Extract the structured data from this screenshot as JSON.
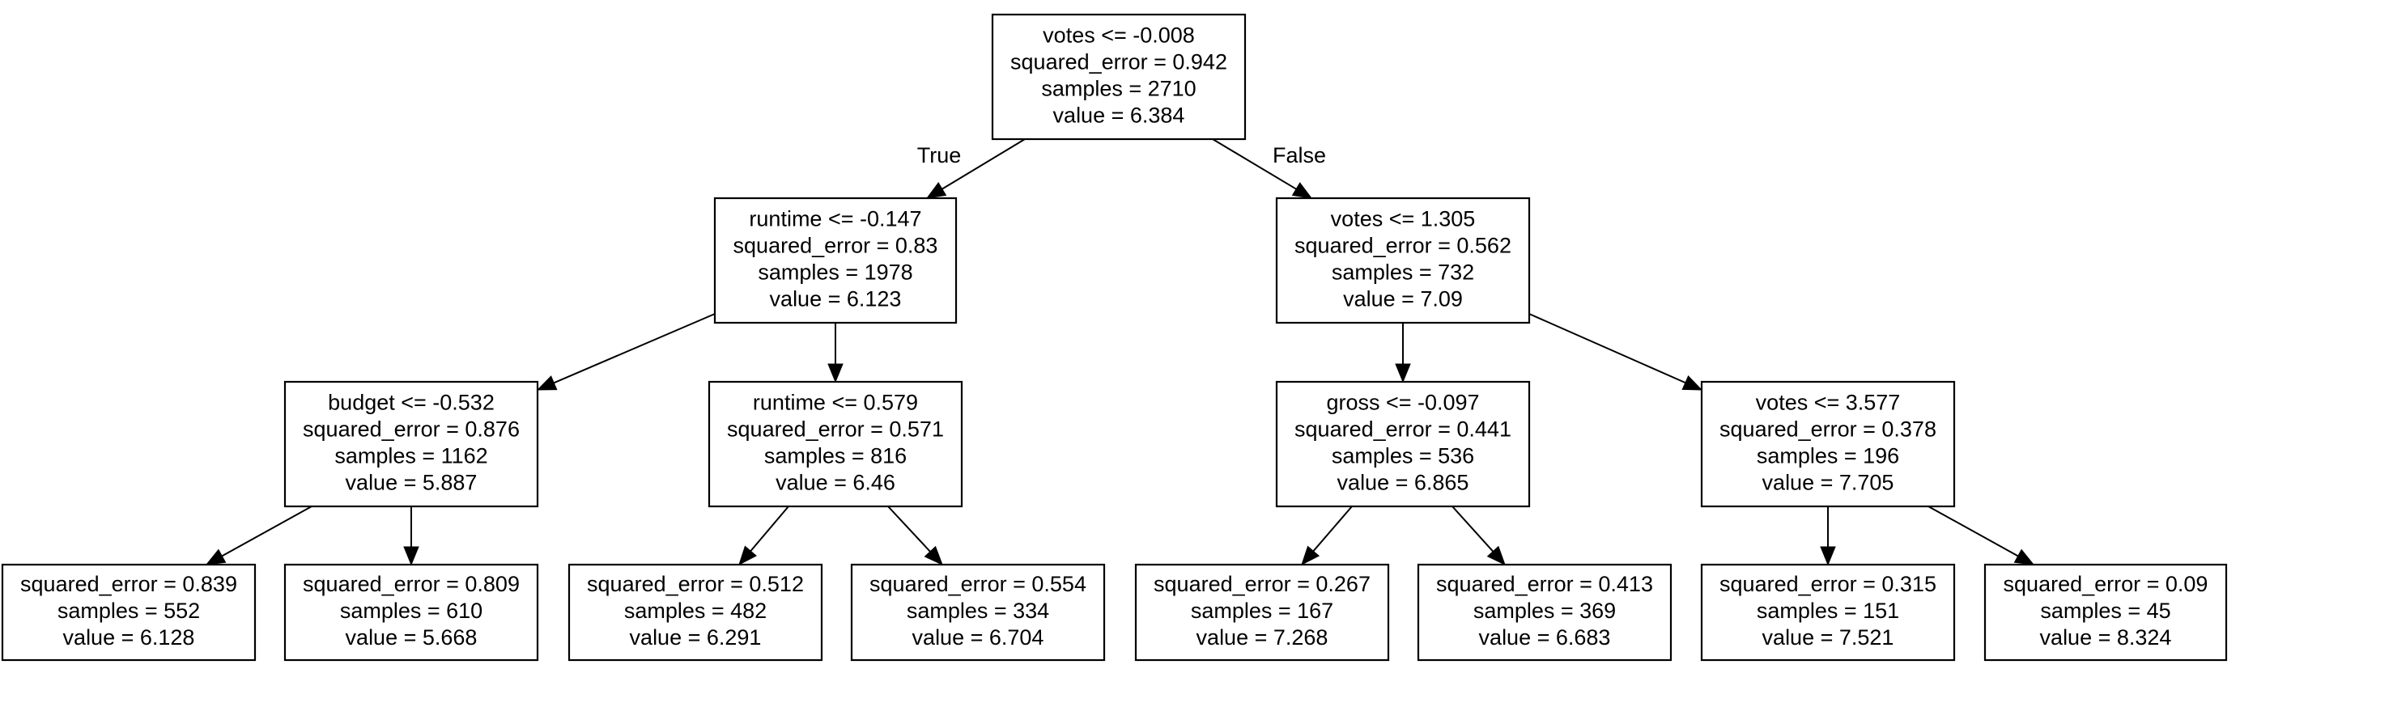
{
  "tree": {
    "nodes": [
      {
        "id": "n0",
        "lines": [
          "votes <= -0.008",
          "squared_error = 0.942",
          "samples = 2710",
          "value = 6.384"
        ]
      },
      {
        "id": "n1",
        "lines": [
          "runtime <= -0.147",
          "squared_error = 0.83",
          "samples = 1978",
          "value = 6.123"
        ]
      },
      {
        "id": "n2",
        "lines": [
          "votes <= 1.305",
          "squared_error = 0.562",
          "samples = 732",
          "value = 7.09"
        ]
      },
      {
        "id": "n3",
        "lines": [
          "budget <= -0.532",
          "squared_error = 0.876",
          "samples = 1162",
          "value = 5.887"
        ]
      },
      {
        "id": "n4",
        "lines": [
          "runtime <= 0.579",
          "squared_error = 0.571",
          "samples = 816",
          "value = 6.46"
        ]
      },
      {
        "id": "n5",
        "lines": [
          "gross <= -0.097",
          "squared_error = 0.441",
          "samples = 536",
          "value = 6.865"
        ]
      },
      {
        "id": "n6",
        "lines": [
          "votes <= 3.577",
          "squared_error = 0.378",
          "samples = 196",
          "value = 7.705"
        ]
      },
      {
        "id": "n7",
        "lines": [
          "squared_error = 0.839",
          "samples = 552",
          "value = 6.128"
        ]
      },
      {
        "id": "n8",
        "lines": [
          "squared_error = 0.809",
          "samples = 610",
          "value = 5.668"
        ]
      },
      {
        "id": "n9",
        "lines": [
          "squared_error = 0.512",
          "samples = 482",
          "value = 6.291"
        ]
      },
      {
        "id": "n10",
        "lines": [
          "squared_error = 0.554",
          "samples = 334",
          "value = 6.704"
        ]
      },
      {
        "id": "n11",
        "lines": [
          "squared_error = 0.267",
          "samples = 167",
          "value = 7.268"
        ]
      },
      {
        "id": "n12",
        "lines": [
          "squared_error = 0.413",
          "samples = 369",
          "value = 6.683"
        ]
      },
      {
        "id": "n13",
        "lines": [
          "squared_error = 0.315",
          "samples = 151",
          "value = 7.521"
        ]
      },
      {
        "id": "n14",
        "lines": [
          "squared_error = 0.09",
          "samples = 45",
          "value = 8.324"
        ]
      }
    ],
    "edges": [
      {
        "from": "n0",
        "to": "n1",
        "label": "True"
      },
      {
        "from": "n0",
        "to": "n2",
        "label": "False"
      },
      {
        "from": "n1",
        "to": "n3"
      },
      {
        "from": "n1",
        "to": "n4"
      },
      {
        "from": "n2",
        "to": "n5"
      },
      {
        "from": "n2",
        "to": "n6"
      },
      {
        "from": "n3",
        "to": "n7"
      },
      {
        "from": "n3",
        "to": "n8"
      },
      {
        "from": "n4",
        "to": "n9"
      },
      {
        "from": "n4",
        "to": "n10"
      },
      {
        "from": "n5",
        "to": "n11"
      },
      {
        "from": "n5",
        "to": "n12"
      },
      {
        "from": "n6",
        "to": "n13"
      },
      {
        "from": "n6",
        "to": "n14"
      }
    ]
  }
}
